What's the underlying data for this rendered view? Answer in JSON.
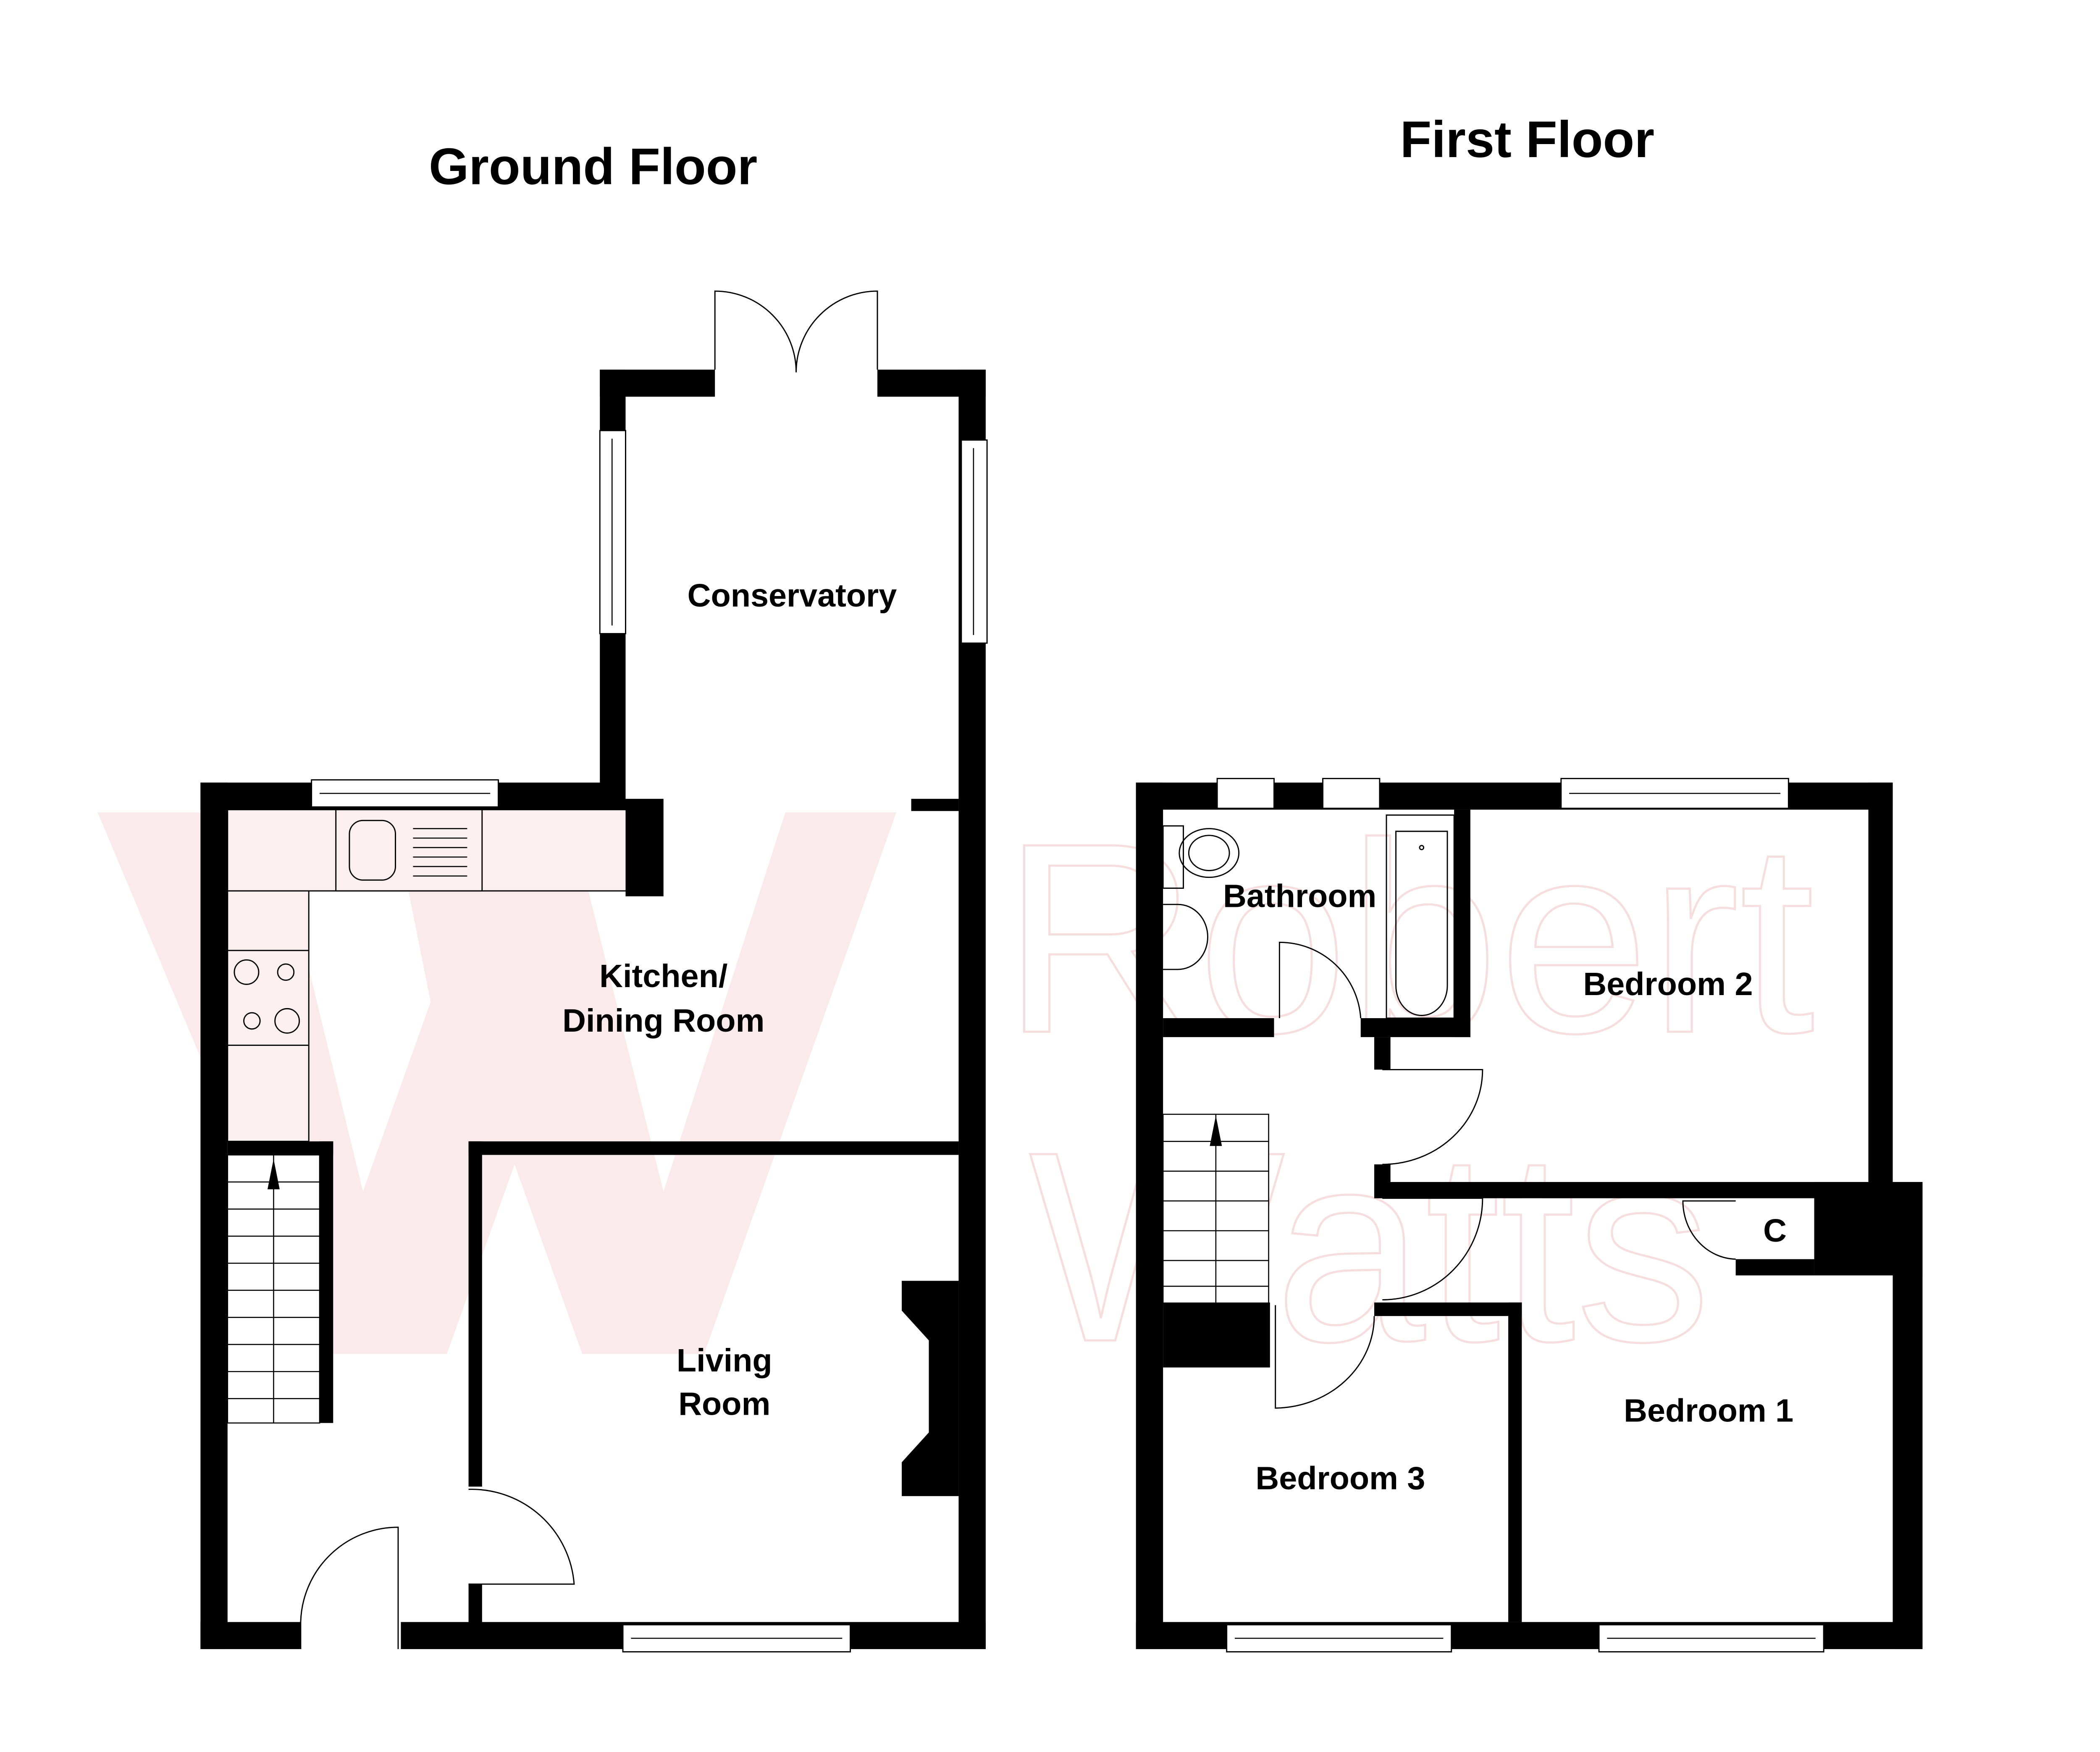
{
  "watermark": {
    "logo_letter": "W",
    "line1": "Robert",
    "line2": "Watts",
    "color": "#fbeaec"
  },
  "ground_floor": {
    "title": "Ground Floor",
    "rooms": {
      "conservatory": "Conservatory",
      "kitchen_line1": "Kitchen/",
      "kitchen_line2": "Dining Room",
      "living_line1": "Living",
      "living_line2": "Room"
    }
  },
  "first_floor": {
    "title": "First Floor",
    "rooms": {
      "bathroom": "Bathroom",
      "bedroom2": "Bedroom 2",
      "bedroom1": "Bedroom 1",
      "bedroom3": "Bedroom 3",
      "cupboard": "C"
    }
  },
  "colors": {
    "wall": "#000000",
    "background": "#ffffff",
    "watermark": "#fbeaec"
  }
}
